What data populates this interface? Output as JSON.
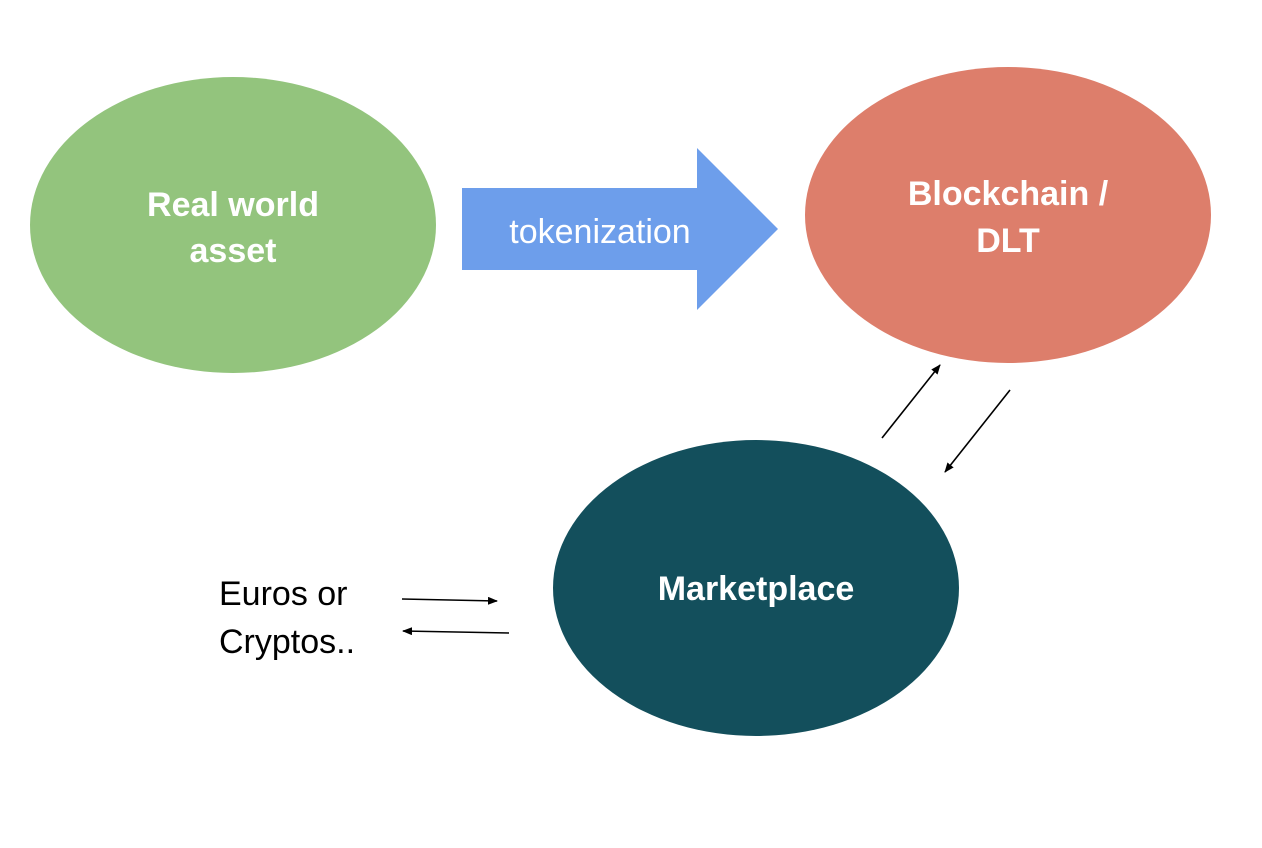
{
  "nodes": {
    "asset": {
      "line1": "Real world",
      "line2": "asset",
      "color": "#93c47d"
    },
    "blockchain": {
      "line1": "Blockchain /",
      "line2": "DLT",
      "color": "#dd7e6b"
    },
    "marketplace": {
      "label": "Marketplace",
      "color": "#134f5c"
    }
  },
  "tokenization_arrow": {
    "label": "tokenization",
    "color": "#6d9eeb"
  },
  "exchange": {
    "line1": "Euros or",
    "line2": "Cryptos.."
  }
}
